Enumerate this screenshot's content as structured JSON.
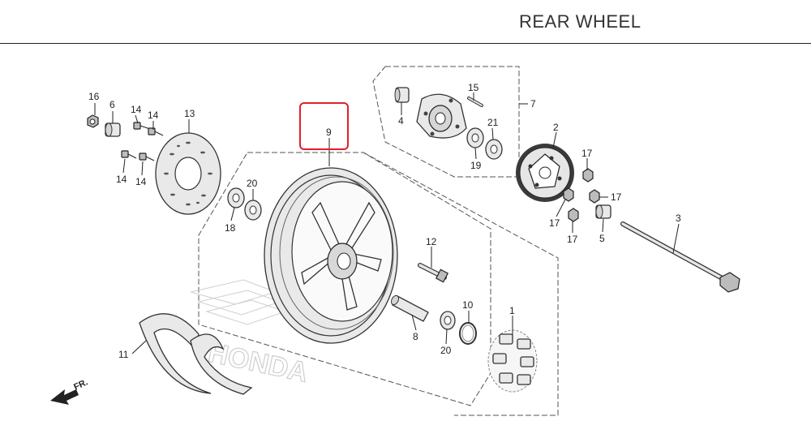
{
  "header": {
    "title": "REAR WHEEL"
  },
  "callouts": {
    "p1": "1",
    "p2": "2",
    "p3": "3",
    "p4": "4",
    "p5": "5",
    "p6": "6",
    "p7": "7",
    "p8": "8",
    "p9": "9",
    "p10": "10",
    "p11": "11",
    "p12": "12",
    "p13": "13",
    "p14a": "14",
    "p14b": "14",
    "p14c": "14",
    "p14d": "14",
    "p15": "15",
    "p16": "16",
    "p17a": "17",
    "p17b": "17",
    "p17c": "17",
    "p17d": "17",
    "p18": "18",
    "p19": "19",
    "p20a": "20",
    "p20b": "20",
    "p21": "21"
  },
  "direction": {
    "label": "FR."
  },
  "highlight": {
    "color": "#e0202a",
    "target": "9"
  },
  "colors": {
    "line": "#222222",
    "part_fill": "#e9e9e9",
    "watermark": "#cfcfcf"
  }
}
